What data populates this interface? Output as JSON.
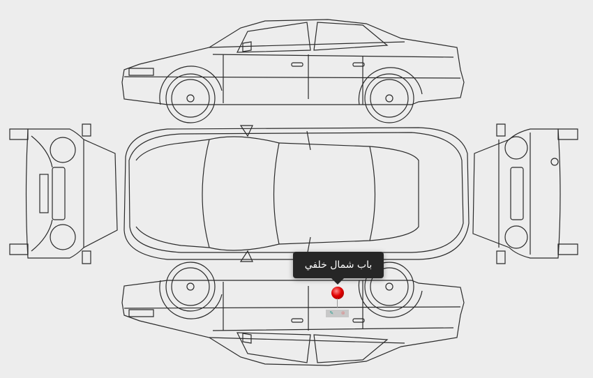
{
  "diagram": {
    "views": [
      "side-left",
      "top",
      "front",
      "rear",
      "side-right"
    ],
    "marker": {
      "label": "باب شمال خلفي",
      "color": "#e00000",
      "actions": [
        "edit-icon",
        "delete-icon"
      ]
    }
  }
}
